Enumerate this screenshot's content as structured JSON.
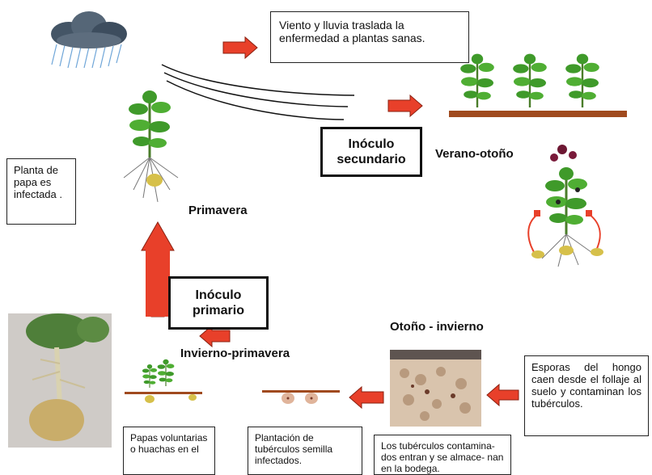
{
  "texts": {
    "wind_rain": "Viento y lluvia traslada la enfermedad a plantas sanas.",
    "infected": "Planta de papa es infectada .",
    "secondary": "Inóculo secundario",
    "primary": "Inóculo primario",
    "summer_autumn": "Verano-otoño",
    "spring": "Primavera",
    "autumn_winter": "Otoño - invierno",
    "winter_spring": "Invierno-primavera",
    "spores": "Esporas del hongo caen desde el follaje al suelo y contaminan los tubérculos.",
    "volunteer": "Papas voluntarias o huachas en el",
    "planting": "Plantación de tubérculos semilla infectados.",
    "storage": "Los tubérculos contamina- dos entran y se almace- nan en la bodega."
  },
  "colors": {
    "arrow": "#e8402a",
    "soil": "#a04a1e",
    "leaf": "#3f9a2a",
    "cloud": "#556677",
    "rain": "#6fa6d8"
  },
  "icons": [
    "cloud-rain-icon",
    "potato-plant-icon",
    "tuber-icon"
  ]
}
